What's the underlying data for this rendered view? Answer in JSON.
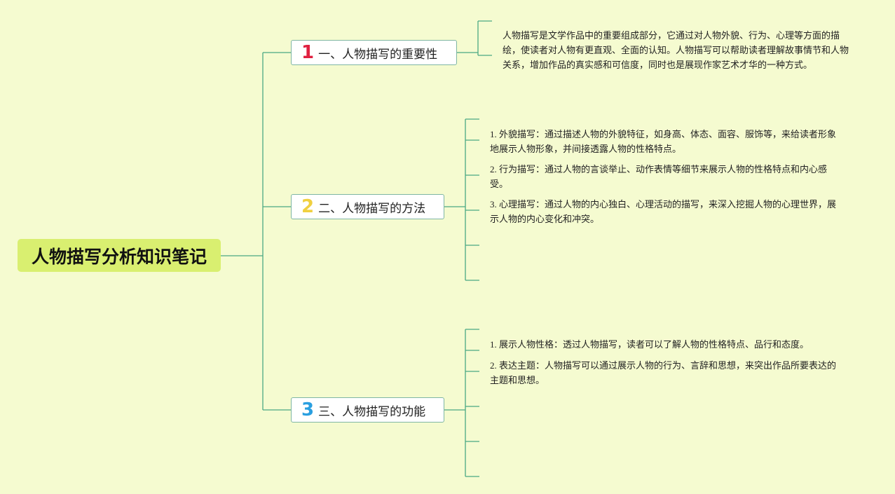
{
  "root": {
    "title": "人物描写分析知识笔记"
  },
  "branches": [
    {
      "num": "1",
      "label": "一、人物描写的重要性",
      "notes": [
        "人物描写是文学作品中的重要组成部分，它通过对人物外貌、行为、心理等方面的描绘，使读者对人物有更直观、全面的认知。人物描写可以帮助读者理解故事情节和人物关系，增加作品的真实感和可信度，同时也是展现作家艺术才华的一种方式。"
      ]
    },
    {
      "num": "2",
      "label": "二、人物描写的方法",
      "notes": [
        "1. 外貌描写：通过描述人物的外貌特征，如身高、体态、面容、服饰等，来给读者形象地展示人物形象，并间接透露人物的性格特点。",
        "2. 行为描写：通过人物的言谈举止、动作表情等细节来展示人物的性格特点和内心感受。",
        "3. 心理描写：通过人物的内心独白、心理活动的描写，来深入挖掘人物的心理世界，展示人物的内心变化和冲突。"
      ]
    },
    {
      "num": "3",
      "label": "三、人物描写的功能",
      "notes": [
        "1. 展示人物性格：透过人物描写，读者可以了解人物的性格特点、品行和态度。",
        "2. 表达主题：人物描写可以通过展示人物的行为、言辞和思想，来突出作品所要表达的主题和思想。"
      ]
    }
  ],
  "colors": {
    "background": "#f5fbd0",
    "root_fill": "#d9ef70",
    "line": "#4aa884",
    "num1": "#e02040",
    "num2": "#f0d040",
    "num3": "#2a9fe0"
  }
}
